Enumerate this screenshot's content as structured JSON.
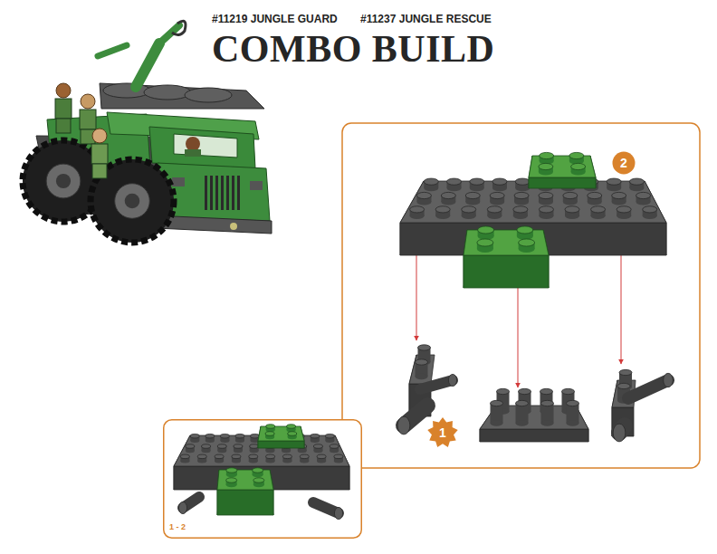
{
  "diagram": {
    "title": "COMBO BUILD",
    "nodes": [
      {
        "text": [
          "2"
        ]
      },
      {
        "text": [
          "1"
        ]
      },
      {
        "text": [
          "1 - 2"
        ]
      }
    ],
    "labels": [
      "#11219 JUNGLE GUARD",
      "#11237 JUNGLE RESCUE"
    ]
  }
}
